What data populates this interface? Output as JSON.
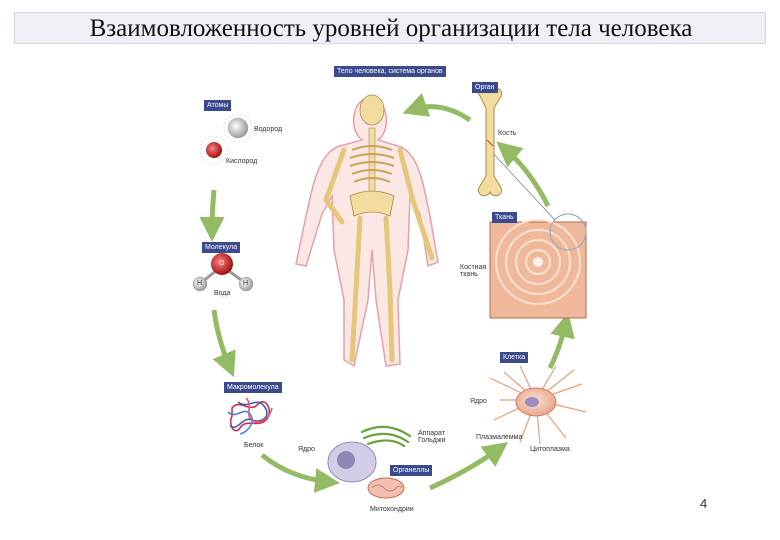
{
  "slide": {
    "title": "Взаимовложенность уровней организации тела человека",
    "page_number": "4"
  },
  "diagram": {
    "levels": {
      "organism": "Тело человека, система органов",
      "atoms": "Атомы",
      "molecule": "Молекула",
      "macromolecule": "Макромолекула",
      "organelles": "Органеллы",
      "cell": "Клетка",
      "tissue": "Ткань",
      "organ": "Орган"
    },
    "labels": {
      "hydrogen": "Водород",
      "oxygen": "Кислород",
      "water": "Вода",
      "protein": "Белок",
      "nucleus": "Ядро",
      "nucleus_cell": "Ядро",
      "golgi": "Аппарат Гольджи",
      "mitochondria": "Митохондрии",
      "plasma_membrane": "Плазмалемма",
      "cytoplasm": "Цитоплазма",
      "bone": "Кость",
      "bone_tissue": "Костная ткань",
      "h_left": "H",
      "h_right": "H",
      "o_center": "O"
    },
    "colors": {
      "tag_bg": "#3b4a8c",
      "arrow": "#7fb04a",
      "bone": "#f3dca0",
      "body_outline": "#e8a0a8"
    }
  }
}
